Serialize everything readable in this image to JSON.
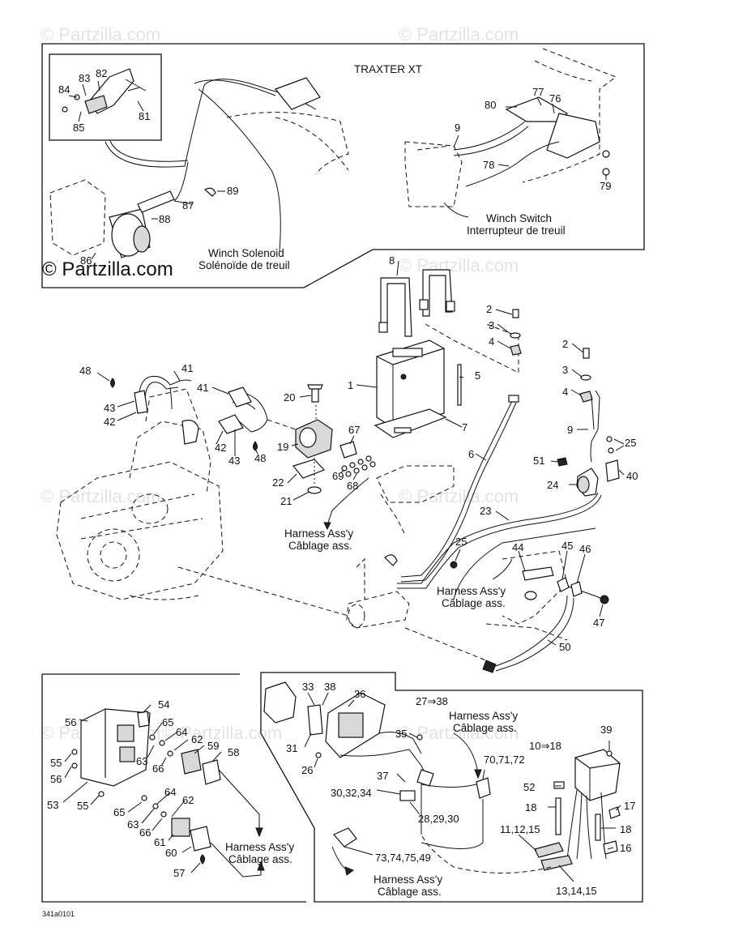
{
  "watermarks": [
    "© Partzilla.com",
    "© Partzilla.com",
    "© Partzilla.com",
    "© Partzilla.com",
    "© Partzilla.com",
    "© Partzilla.com",
    "© Partzilla.com",
    "© Partzilla.com"
  ],
  "brand": "© Partzilla.com",
  "model_title": "TRAXTER XT",
  "captions": {
    "winch_solenoid_en": "Winch Solenoid",
    "winch_solenoid_fr": "Solénoïde de treuil",
    "winch_switch_en": "Winch Switch",
    "winch_switch_fr": "Interrupteur de treuil",
    "harness_en": "Harness Ass'y",
    "harness_fr": "Câblage ass."
  },
  "drawing_code": "341a0101",
  "callouts": {
    "c81": "81",
    "c82": "82",
    "c83": "83",
    "c84": "84",
    "c85": "85",
    "c86": "86",
    "c87": "87",
    "c88": "88",
    "c89": "89",
    "c9a": "9",
    "c76": "76",
    "c77": "77",
    "c78": "78",
    "c79": "79",
    "c80": "80",
    "c8": "8",
    "c1": "1",
    "c2a": "2",
    "c3a": "3",
    "c4a": "4",
    "c5": "5",
    "c6": "6",
    "c7": "7",
    "c2b": "2",
    "c3b": "3",
    "c4b": "4",
    "c9b": "9",
    "c25a": "25",
    "c51": "51",
    "c24": "24",
    "c40": "40",
    "c23": "23",
    "c25b": "25",
    "c48a": "48",
    "c41a": "41",
    "c43a": "43",
    "c42a": "42",
    "c41b": "41",
    "c42b": "42",
    "c43b": "43",
    "c48b": "48",
    "c20": "20",
    "c19": "19",
    "c22": "22",
    "c21": "21",
    "c67": "67",
    "c69": "69",
    "c68": "68",
    "c44": "44",
    "c45": "45",
    "c46": "46",
    "c47": "47",
    "c50": "50",
    "c54": "54",
    "c56a": "56",
    "c65a": "65",
    "c64a": "64",
    "c62a": "62",
    "c59": "59",
    "c58": "58",
    "c63a": "63",
    "c66a": "66",
    "c55a": "55",
    "c56b": "56",
    "c53": "53",
    "c55b": "55",
    "c64b": "64",
    "c62b": "62",
    "c65b": "65",
    "c63b": "63",
    "c66b": "66",
    "c61": "61",
    "c60": "60",
    "c57": "57",
    "c33": "33",
    "c38": "38",
    "c36": "36",
    "c31": "31",
    "c26": "26",
    "c35": "35",
    "c37": "37",
    "c30_32_34": "30,32,34",
    "c28_29_30": "28,29,30",
    "c73_75_49": "73,74,75,49",
    "c27_38": "27⇒38",
    "c70_72": "70,71,72",
    "c39": "39",
    "c10_18": "10⇒18",
    "c52": "52",
    "c18a": "18",
    "c17": "17",
    "c18b": "18",
    "c11_12_15": "11,12,15",
    "c16": "16",
    "c13_14_15": "13,14,15"
  }
}
